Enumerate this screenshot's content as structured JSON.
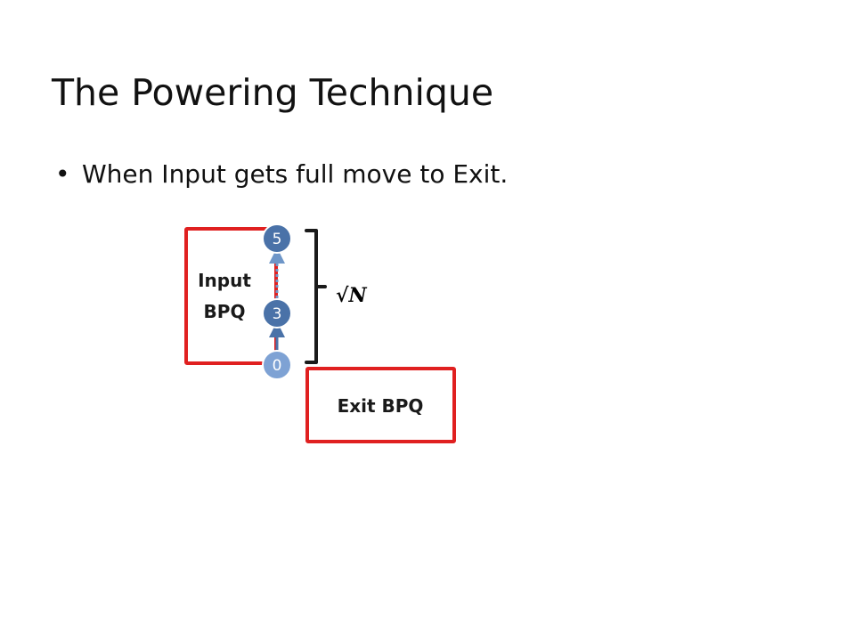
{
  "slide": {
    "title": "The Powering Technique",
    "bullet": "When Input gets full move to Exit."
  },
  "diagram": {
    "input_box": {
      "label_line1": "Input",
      "label_line2": "BPQ",
      "border_color": "#e02020"
    },
    "exit_box": {
      "label": "Exit BPQ",
      "border_color": "#e02020"
    },
    "nodes": [
      {
        "label": "5",
        "fill": "#4a72a8"
      },
      {
        "label": "3",
        "fill": "#4a72a8"
      },
      {
        "label": "0",
        "fill": "#7ea2d4"
      }
    ],
    "brace_label": "√N"
  }
}
